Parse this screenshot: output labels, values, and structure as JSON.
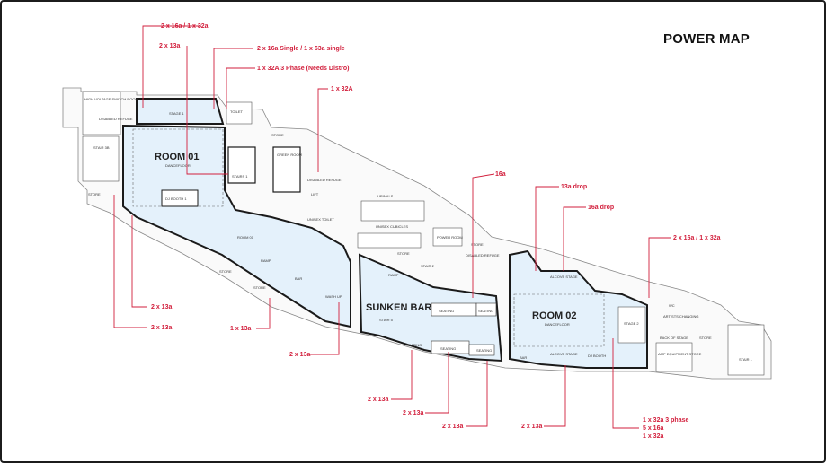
{
  "title": "POWER MAP",
  "colors": {
    "callout": "#d21f3c",
    "floor_fill": "#e4f1fb",
    "wall": "#1a1a1a",
    "outline": "#7a7a7a"
  },
  "rooms": {
    "room01": "ROOM 01",
    "room01_sub": "DANCEFLOOR",
    "room02": "ROOM 02",
    "room02_sub": "DANCEFLOOR",
    "sunken_bar": "SUNKEN BAR",
    "stage1": "STAGE 1",
    "dj_booth1": "DJ BOOTH 1",
    "room01_small": "ROOM 01",
    "stairs1": "STAIRS 1",
    "green_room": "GREEN ROOM",
    "store_a": "STORE",
    "stair3b": "STAIR 3B",
    "hv_room": "HIGH VOLTAGE SWITCH ROOM",
    "disabled_refuge_a": "DISABLED REFUGE",
    "toilet": "TOILET",
    "store_b": "STORE",
    "disabled_refuge_b": "DISABLED REFUGE",
    "lift": "LIFT",
    "unisex_toilet": "UNISEX TOILET",
    "urinals": "URINALS",
    "unisex_cubicles": "UNISEX CUBICLES",
    "power_room": "POWER ROOM",
    "store_c": "STORE",
    "stair2": "STAIR 2",
    "store_d": "STORE",
    "disabled_refuge_c": "DISABLED REFUGE",
    "bar": "BAR",
    "wash_up": "WASH UP",
    "store_e": "STORE",
    "store_f": "STORE",
    "ramp": "RAMP",
    "ramp2": "RAMP",
    "stair5": "STAIR 5",
    "seating1": "SEATING",
    "seating2": "SEATING",
    "seating3": "SEATING",
    "seating4": "SEATING",
    "seating5": "SEATING",
    "alcove_stage_top": "ALCOVE STAGE",
    "alcove_stage_bottom": "ALCOVE STAGE",
    "dj_booth2": "DJ BOOTH",
    "bar2": "BAR",
    "stage2": "STAGE 2",
    "wc": "WC",
    "artists_changing": "ARTISTS CHANGING",
    "back_of_stage": "BACK OF STAGE",
    "amp_store": "AMP EQUIPMENT STORE",
    "store_g": "STORE",
    "stair1": "STAIR 1"
  },
  "callouts": {
    "c1": "2 x 16a / 1 x 32a",
    "c2": "2 x 13a",
    "c3": "2 x 16a Single / 1 x 63a single",
    "c4": "1 x 32A 3 Phase (Needs Distro)",
    "c5": "1 x 32A",
    "c6": "16a",
    "c7": "13a drop",
    "c8": "16a drop",
    "c9": "2 x 16a / 1 x 32a",
    "c10": "2 x 13a",
    "c11": "2 x 13a",
    "c12": "1 x 13a",
    "c13": "2 x 13a",
    "c14": "2 x 13a",
    "c15": "2 x 13a",
    "c16": "2 x 13a",
    "c17": "2 x 13a",
    "c18_l1": "1 x 32a 3 phase",
    "c18_l2": "5 x 16a",
    "c18_l3": "1 x 32a"
  }
}
